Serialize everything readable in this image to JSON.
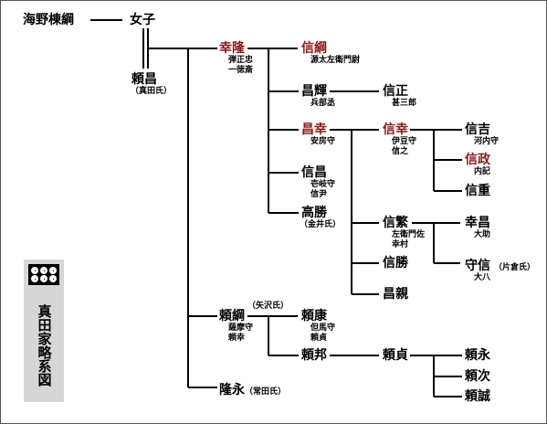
{
  "title": "真田家略系図",
  "nodes": {
    "unno": {
      "name": "海野棟綱"
    },
    "joshi": {
      "name": "女子"
    },
    "yorimasa": {
      "name": "頼昌",
      "sub": "（真田氏）"
    },
    "yukitaka": {
      "name": "幸隆",
      "sub": [
        "弾正忠",
        "一徳斎"
      ]
    },
    "nobutsuna": {
      "name": "信綱",
      "sub": "源太左衛門尉"
    },
    "masateru": {
      "name": "昌輝",
      "sub": "兵部丞"
    },
    "masayuki": {
      "name": "昌幸",
      "sub": "安房守"
    },
    "nobumasa1": {
      "name": "信昌",
      "sub": [
        "壱岐守",
        "信尹"
      ]
    },
    "takakatsu": {
      "name": "高勝",
      "sub": "（金井氏）"
    },
    "nobutada": {
      "name": "信正",
      "sub": "甚三郎"
    },
    "nobuyuki": {
      "name": "信幸",
      "sub": [
        "伊豆守",
        "信之"
      ]
    },
    "nobushige": {
      "name": "信繁",
      "sub": [
        "左衛門佐",
        "幸村"
      ]
    },
    "nobukatsu": {
      "name": "信勝"
    },
    "masachika": {
      "name": "昌親"
    },
    "nobuyoshi": {
      "name": "信吉",
      "sub": "河内守"
    },
    "nobumasa2": {
      "name": "信政",
      "sub": "内記"
    },
    "nobushige2": {
      "name": "信重"
    },
    "yukimasa": {
      "name": "幸昌",
      "sub": "大助"
    },
    "morinobu": {
      "name": "守信",
      "note": "（片倉氏）",
      "sub": "大八"
    },
    "yoritsuna": {
      "name": "頼綱",
      "note": "（矢沢氏）",
      "sub": [
        "薩摩守",
        "頼幸"
      ]
    },
    "yoriyasu": {
      "name": "頼康",
      "sub": [
        "但馬守",
        "頼貞"
      ]
    },
    "yorikuni": {
      "name": "頼邦"
    },
    "yorisada": {
      "name": "頼貞"
    },
    "yorinaga": {
      "name": "頼永"
    },
    "yoritsugu": {
      "name": "頼次"
    },
    "yorinari": {
      "name": "頼誠"
    },
    "takanaga": {
      "name": "隆永",
      "note": "（常田氏）"
    }
  }
}
